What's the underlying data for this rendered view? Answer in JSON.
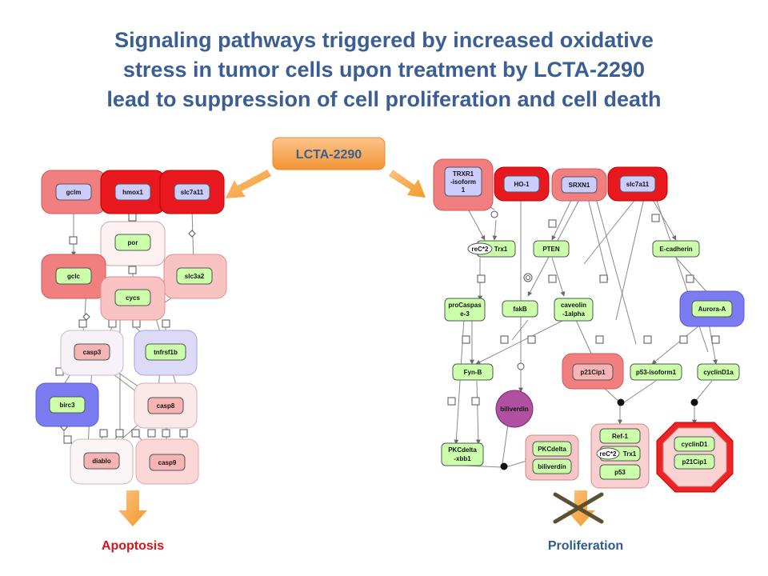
{
  "title": {
    "line1": "Signaling pathways triggered by increased oxidative",
    "line2": "stress in tumor cells upon treatment by LCTA-2290",
    "line3": "lead to suppression of cell proliferation and cell death"
  },
  "drug": {
    "label": "LCTA-2290"
  },
  "outcomes": {
    "left": "Apoptosis",
    "right": "Proliferation"
  },
  "colors": {
    "title": "#3b5f95",
    "drug_box": "#f7a95a",
    "arrow": "#f7a030",
    "apoptosis_text": "#d9141b",
    "proliferation_text": "#2f5d8a",
    "strong_red": "#e8181e",
    "light_red": "#f19595",
    "pale_pink": "#f9d2d2",
    "lavender": "#d9d8f5",
    "blue": "#7c7cf2",
    "gene_green": "#ccffaa",
    "gene_violet": "#ccccff",
    "biliverdin": "#b050a0",
    "block_cross": "#5b5030"
  },
  "left_pathway": {
    "genes": {
      "gclm": "gclm",
      "hmox1": "hmox1",
      "slc7a11": "slc7a11",
      "por": "por",
      "gclc": "gclc",
      "slc3a2": "slc3a2",
      "cycs": "cycs",
      "casp3": "casp3",
      "tnfrsf1b": "tnfrsf1b",
      "birc3": "birc3",
      "casp8": "casp8",
      "diablo": "diablo",
      "casp9": "casp9"
    }
  },
  "right_pathway": {
    "genes": {
      "trxr1_l1": "TRXR1",
      "trxr1_l2": "-isoform",
      "trxr1_l3": "1",
      "ho1": "HO-1",
      "srxn1": "SRXN1",
      "slc7a11": "slc7a11",
      "trx1": "Trx1",
      "trx1_mod": "reC*2",
      "pten": "PTEN",
      "ecadherin": "E-cadherin",
      "procasp_l1": "proCaspas",
      "procasp_l2": "e-3",
      "fakb": "fakB",
      "caveolin_l1": "caveolin",
      "caveolin_l2": "-1alpha",
      "aurora": "Aurora-A",
      "fynb": "Fyn-B",
      "p21cip1": "p21Cip1",
      "p53iso": "p53-isoform1",
      "cyclind1a": "cyclinD1a",
      "biliverdin": "biliverdin",
      "pkcdx_l1": "PKCdelta",
      "pkcdx_l2": "-xbb1",
      "pkcdelta": "PKCdelta",
      "biliverdin2": "biliverdin",
      "ref1": "Ref-1",
      "trx1b": "Trx1",
      "trx1b_mod": "reC*2",
      "p53": "p53",
      "cyclind1": "cyclinD1",
      "p21cip1b": "p21Cip1"
    }
  }
}
